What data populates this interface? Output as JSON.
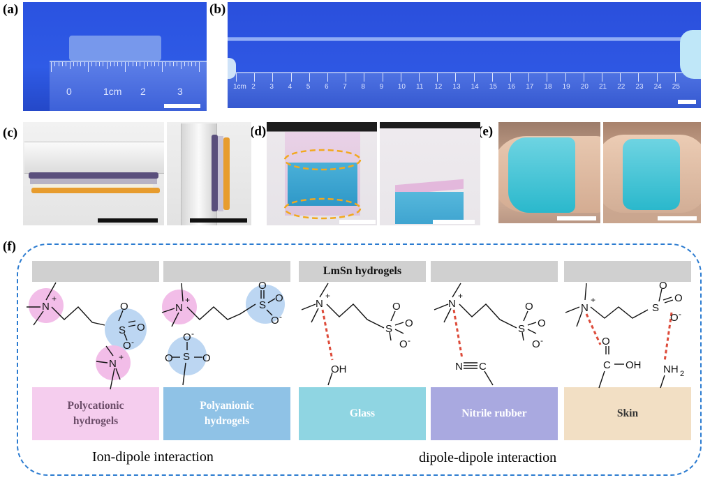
{
  "panels": {
    "a": {
      "letter": "(a)",
      "ruler_labels": [
        "0",
        "1cm",
        "2",
        "3"
      ]
    },
    "b": {
      "letter": "(b)",
      "ruler_labels": [
        "1cm",
        "2",
        "3",
        "4",
        "5",
        "6",
        "7",
        "8",
        "9",
        "10",
        "11",
        "12",
        "13",
        "14",
        "15",
        "16",
        "17",
        "18",
        "19",
        "20",
        "21",
        "22",
        "23",
        "24",
        "25"
      ]
    },
    "c": {
      "letter": "(c)"
    },
    "d": {
      "letter": "(d)"
    },
    "e": {
      "letter": "(e)"
    },
    "f": {
      "letter": "(f)"
    }
  },
  "scheme": {
    "header_label": "LmSn hydrogels",
    "substrates": {
      "polycationic": "Polycationic hydrogels",
      "polyanionic": "Polyanionic hydrogels",
      "glass": "Glass",
      "nitrile": "Nitrile rubber",
      "skin": "Skin"
    },
    "captions": {
      "ion_dipole": "Ion-dipole interaction",
      "dipole_dipole": "dipole-dipole interaction"
    },
    "chem": {
      "N": "N",
      "plus": "+",
      "S": "S",
      "O": "O",
      "minus": "-",
      "OH": "OH",
      "N_nitrile": "N",
      "C_nitrile": "C",
      "C": "C",
      "NH2": "NH",
      "sub2": "2"
    }
  },
  "colors": {
    "pink_box": "#f5cdee",
    "pink_circle": "#f2bde8",
    "blue_box": "#8fc2e6",
    "blue_circle": "#bcd6f2",
    "glass_box": "#8fd5e2",
    "nitrile_box": "#a9a9e0",
    "skin_box": "#f2dfc4",
    "dash_border": "#2b7bd0",
    "red_dash": "#dd4b3a",
    "gray_bar": "#d0d0d0"
  }
}
